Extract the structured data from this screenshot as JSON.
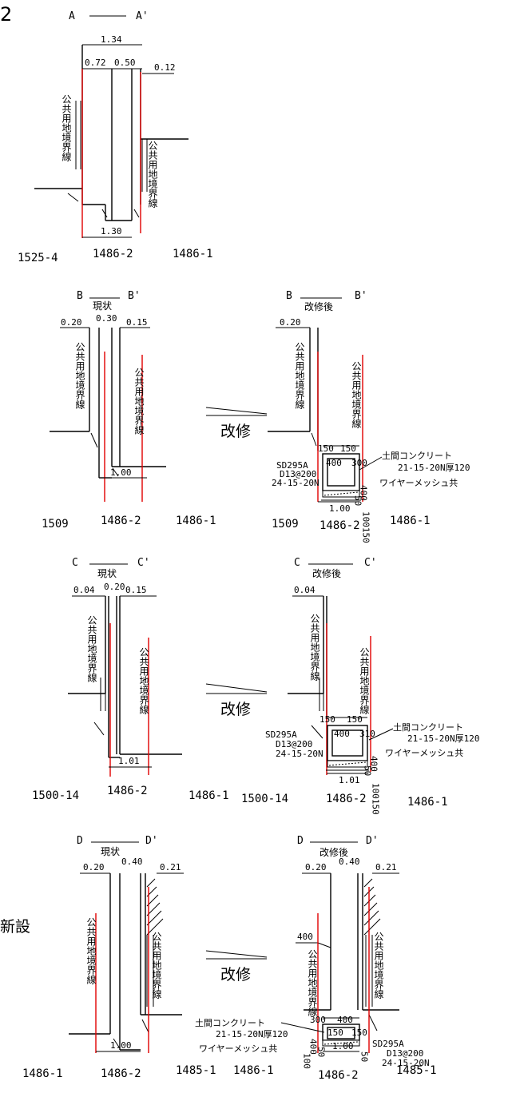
{
  "sectionA": {
    "num": "2",
    "label_left": "A",
    "label_right": "A'",
    "dim_total": "1.34",
    "dim_left": "0.72",
    "dim_mid": "0.50",
    "dim_right": "0.12",
    "dim_bottom": "1.30",
    "boundary_left": "公共用地境界線",
    "boundary_right": "公共用地境界線",
    "lot_left": "1525-4",
    "lot_mid": "1486-2",
    "lot_right": "1486-1"
  },
  "sectionB_now": {
    "label_left": "B",
    "label_right": "B'",
    "state": "現状",
    "dim_left": "0.20",
    "dim_mid": "0.30",
    "dim_right": "0.15",
    "dim_bottom": "1.00",
    "boundary_left": "公共用地境界線",
    "boundary_right": "公共用地境界線",
    "lot_left": "1509",
    "lot_mid": "1486-2",
    "lot_right": "1486-1"
  },
  "sectionB_after": {
    "label_left": "B",
    "label_right": "B'",
    "state": "改修後",
    "dim_left": "0.20",
    "w1": "150",
    "w2": "150",
    "w3": "400",
    "w4": "300",
    "h1": "400",
    "h2": "50",
    "h3": "100150",
    "dim_bottom": "1.00",
    "rebar1": "SD295A",
    "rebar2": "D13@200",
    "rebar3": "24-15-20N",
    "note1": "土間コンクリート",
    "note2": "21-15-20N厚120",
    "note3": "ワイヤーメッシュ共",
    "boundary_left": "公共用地境界線",
    "boundary_right": "公共用地境界線",
    "lot_left": "1509",
    "lot_mid": "1486-2",
    "lot_right": "1486-1"
  },
  "arrowB": "改修",
  "sectionC_now": {
    "label_left": "C",
    "label_right": "C'",
    "state": "現状",
    "dim_left": "0.04",
    "dim_mid": "0.20",
    "dim_right": "0.15",
    "dim_bottom": "1.01",
    "boundary_left": "公共用地境界線",
    "boundary_right": "公共用地境界線",
    "lot_left": "1500-14",
    "lot_mid": "1486-2",
    "lot_right": "1486-1"
  },
  "sectionC_after": {
    "label_left": "C",
    "label_right": "C'",
    "state": "改修後",
    "dim_left": "0.04",
    "w1": "150",
    "w2": "150",
    "w3": "400",
    "w4": "310",
    "h1": "400",
    "h2": "50",
    "h3": "100150",
    "dim_bottom": "1.01",
    "rebar1": "SD295A",
    "rebar2": "D13@200",
    "rebar3": "24-15-20N",
    "note1": "土間コンクリート",
    "note2": "21-15-20N厚120",
    "note3": "ワイヤーメッシュ共",
    "boundary_left": "公共用地境界線",
    "boundary_right": "公共用地境界線",
    "lot_left": "1500-14",
    "lot_mid": "1486-2",
    "lot_right": "1486-1"
  },
  "arrowC": "改修",
  "sectionD_now": {
    "label_left": "D",
    "label_right": "D'",
    "state": "現状",
    "dim_left": "0.20",
    "dim_mid": "0.40",
    "dim_right": "0.21",
    "dim_bottom": "1.00",
    "boundary_left": "公共用地境界線",
    "boundary_right": "公共用地境界線",
    "lot_left": "1486-1",
    "lot_mid": "1486-2",
    "lot_right": "1485-1"
  },
  "sectionD_after": {
    "label_left": "D",
    "label_right": "D'",
    "state": "改修後",
    "dim_left": "0.20",
    "dim_mid": "0.40",
    "dim_right": "0.21",
    "dim_extra": "400",
    "w1": "300",
    "w2": "400",
    "w3": "150",
    "w4": "150",
    "h1": "400",
    "h2": "50",
    "h3": "100",
    "h4": "50",
    "dim_bottom": "1.00",
    "rebar1": "SD295A",
    "rebar2": "D13@200",
    "rebar3": "24-15-20N",
    "note1": "土間コンクリート",
    "note2": "21-15-20N厚120",
    "note3": "ワイヤーメッシュ共",
    "boundary_left": "公共用地境界線",
    "boundary_right": "公共用地境界線",
    "lot_left": "1486-1",
    "lot_mid": "1486-2",
    "lot_right": "1485-1"
  },
  "arrowD": "改修",
  "side_label": "新設"
}
